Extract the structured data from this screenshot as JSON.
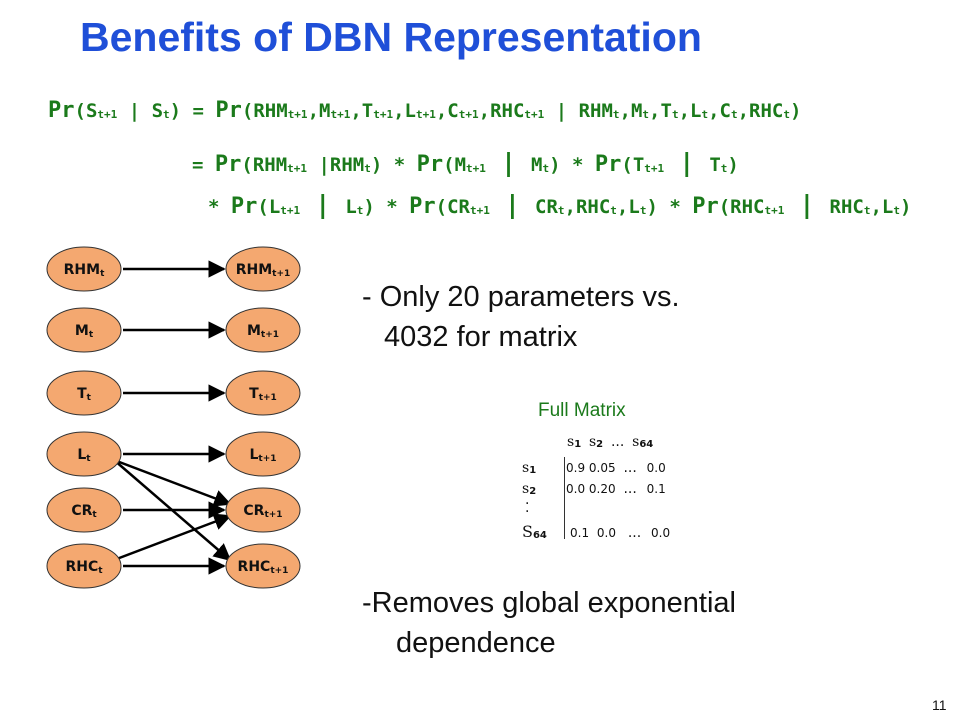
{
  "title": "Benefits of DBN Representation",
  "equation": {
    "line1": {
      "pr": "Pr",
      "lhs_open": "(S",
      "lhs_sub1": "t+1",
      "lhs_bar": " | S",
      "lhs_sub2": "t",
      "lhs_close": ") = ",
      "pr2": "Pr",
      "rhs_open": "(RHM",
      "s1": "t+1",
      "a2": ",M",
      "s2": "t+1",
      "a3": ",T",
      "s3": "t+1",
      "a4": ",L",
      "s4": "t+1",
      "a5": ",C",
      "s5": "t+1",
      "a6": ",RHC",
      "s6": "t+1",
      "a7": " | RHM",
      "s7": "t",
      "a8": ",M",
      "s8": "t",
      "a9": ",T",
      "s9": "t",
      "a10": ",L",
      "s10": "t",
      "a11": ",C",
      "s11": "t",
      "a12": ",RHC",
      "s12": "t",
      "a13": ")"
    },
    "line2": {
      "eq": "= ",
      "pr1": "Pr",
      "t1": "(RHM",
      "s1": "t+1",
      "t2": " |RHM",
      "s2": "t",
      "t3": ") * ",
      "pr2": "Pr",
      "t4": "(M",
      "s4": "t+1",
      "bar1": " | ",
      "t5": "M",
      "s5": "t",
      "t6": ") * ",
      "pr3": "Pr",
      "t7": "(T",
      "s7": "t+1",
      "bar2": " | ",
      "t8": "T",
      "s8": "t",
      "t9": ")"
    },
    "line3": {
      "t0": "* ",
      "pr1": "Pr",
      "t1": "(L",
      "s1": "t+1",
      "bar1": " | ",
      "t2": "L",
      "s2": "t",
      "t3": ") * ",
      "pr2": "Pr",
      "t4": "(CR",
      "s4": "t+1",
      "bar2": " | ",
      "t5": "CR",
      "s5": "t",
      "t6": ",RHC",
      "s6": "t",
      "t7": ",L",
      "s7": "t",
      "t8": ") * ",
      "pr3": "Pr",
      "t9": "(RHC",
      "s9": "t+1",
      "bar3": " | ",
      "t10": "RHC",
      "s10": "t",
      "t11": ",L",
      "s11": "t",
      "t12": ")"
    }
  },
  "network": {
    "node_color": "#f4a870",
    "nodes_t": [
      {
        "label": "RHM",
        "sub": "t"
      },
      {
        "label": "M",
        "sub": "t"
      },
      {
        "label": "T",
        "sub": "t"
      },
      {
        "label": "L",
        "sub": "t"
      },
      {
        "label": "CR",
        "sub": "t"
      },
      {
        "label": "RHC",
        "sub": "t"
      }
    ],
    "nodes_t1": [
      {
        "label": "RHM",
        "sub": "t+1"
      },
      {
        "label": "M",
        "sub": "t+1"
      },
      {
        "label": "T",
        "sub": "t+1"
      },
      {
        "label": "L",
        "sub": "t+1"
      },
      {
        "label": "CR",
        "sub": "t+1"
      },
      {
        "label": "RHC",
        "sub": "t+1"
      }
    ],
    "edges": [
      [
        0,
        0
      ],
      [
        1,
        1
      ],
      [
        2,
        2
      ],
      [
        3,
        3
      ],
      [
        4,
        4
      ],
      [
        5,
        5
      ],
      [
        3,
        4
      ],
      [
        3,
        5
      ],
      [
        5,
        4
      ]
    ]
  },
  "bullets": {
    "b1_line1": "- Only 20 parameters vs.",
    "b1_line2": "4032 for matrix",
    "b2_line1": "-Removes global exponential",
    "b2_line2": "dependence"
  },
  "full_matrix": {
    "title": "Full Matrix",
    "header": {
      "c1": "s",
      "c1sub": "1",
      "c2": "s",
      "c2sub": "2",
      "dots": "...",
      "c3": "s",
      "c3sub": "64"
    },
    "rows": [
      {
        "var": "s",
        "sub": "1",
        "v1": "0.9",
        "v2": "0.05",
        "dots": "...",
        "v3": "0.0"
      },
      {
        "var": "s",
        "sub": "2",
        "v1": "0.0",
        "v2": "0.20",
        "dots": "...",
        "v3": "0.1"
      },
      {
        "var": "S",
        "sub": "64",
        "v1": "0.1",
        "v2": "0.0",
        "dots": "...",
        "v3": "0.0"
      }
    ],
    "vdots": "."
  },
  "page_number": "11"
}
